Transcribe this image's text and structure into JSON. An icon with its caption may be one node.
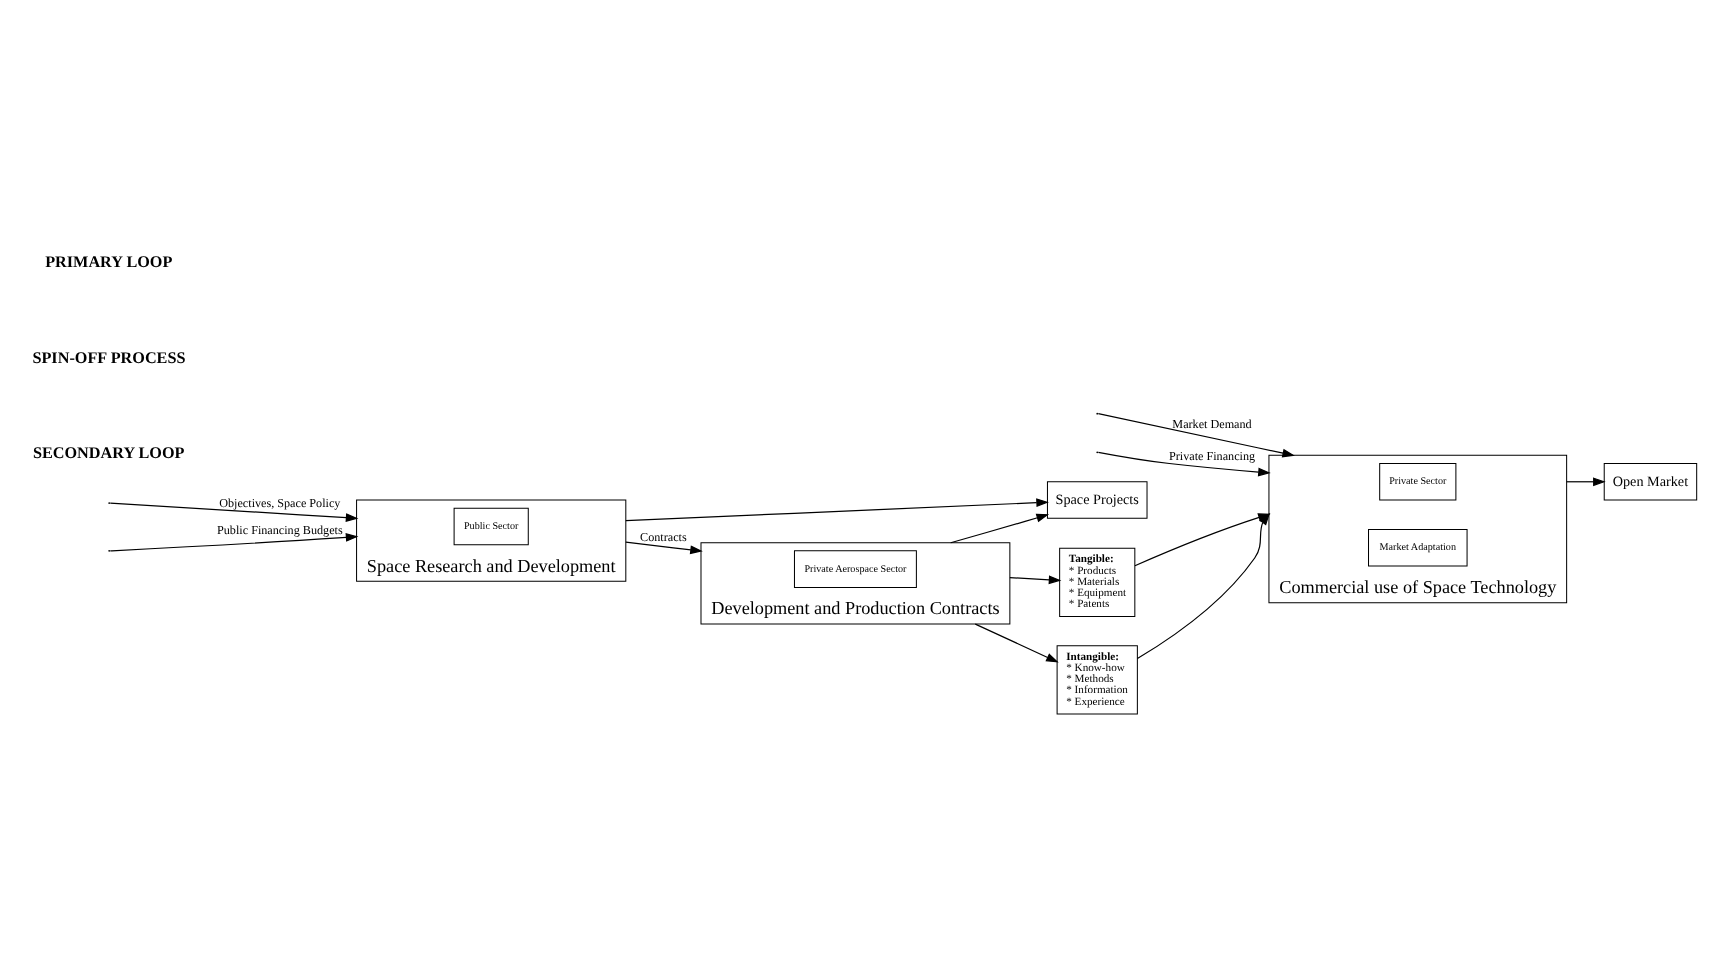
{
  "diagram": {
    "nodes": [
      {
        "text": [
          "Space Projects"
        ]
      },
      {
        "text": [
          "Open Market"
        ]
      },
      {
        "text": [
          "Space Research and Development"
        ]
      },
      {
        "text": [
          "Public Sector"
        ],
        "in": 2
      },
      {
        "text": [
          "Development and Production Contracts"
        ]
      },
      {
        "text": [
          "Private Aerospace Sector"
        ],
        "in": 4
      },
      {
        "text": [
          "Tangible:",
          "* Products",
          "* Materials",
          "* Equipment",
          "* Patents"
        ]
      },
      {
        "text": [
          "Intangible:",
          "* Know-how",
          "* Methods",
          "* Information",
          "* Experience"
        ]
      },
      {
        "text": [
          "Commercial use of Space Technology"
        ]
      },
      {
        "text": [
          "Private Sector"
        ],
        "in": 8
      },
      {
        "text": [
          "Market Adaptation"
        ],
        "in": 8
      }
    ],
    "edges": [
      {
        "from": 2,
        "to": 0,
        "arrow": "to"
      },
      {
        "from": 4,
        "to": 0,
        "arrow": "to"
      },
      {
        "from": 2,
        "to": 4,
        "arrow": "to",
        "label": "Contracts"
      },
      {
        "from": 4,
        "to": 6,
        "arrow": "to"
      },
      {
        "from": 4,
        "to": 7,
        "arrow": "to"
      },
      {
        "from": 6,
        "to": 8,
        "arrow": "to"
      },
      {
        "from": 7,
        "to": 8,
        "arrow": "to"
      },
      {
        "from": 8,
        "to": 1,
        "arrow": "to"
      },
      {
        "from": null,
        "to": 2,
        "arrow": "to",
        "label": "Objectives, Space Policy"
      },
      {
        "from": null,
        "to": 2,
        "arrow": "to",
        "label": "Public Financing Budgets"
      },
      {
        "from": null,
        "to": 8,
        "arrow": "to",
        "label": "Market Demand"
      },
      {
        "from": null,
        "to": 8,
        "arrow": "to",
        "label": "Private Financing"
      }
    ],
    "labels": [
      "PRIMARY LOOP",
      "SPIN-OFF PROCESS",
      "SECONDARY LOOP"
    ]
  }
}
